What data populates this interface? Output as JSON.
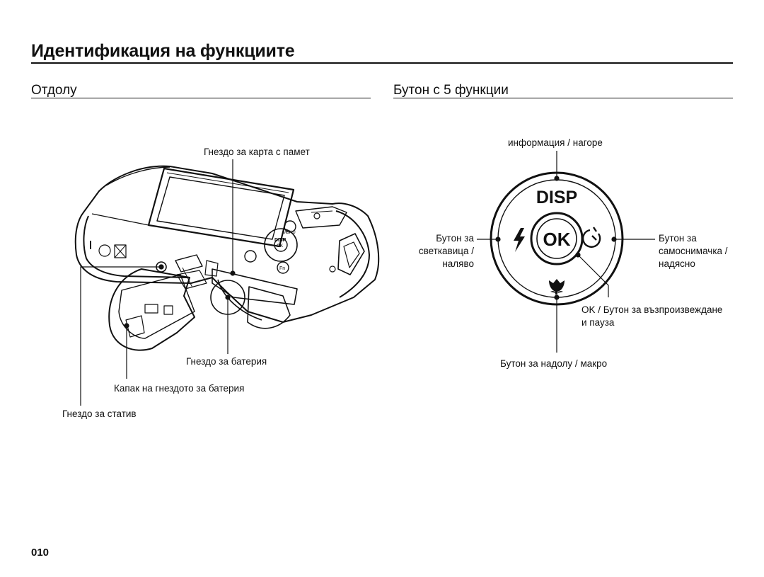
{
  "page": {
    "title": "Идентификация на функциите",
    "page_number": "010"
  },
  "bottom_section": {
    "heading": "Отдолу",
    "labels": {
      "memory_card_slot": "Гнездо за карта с памет",
      "battery_slot": "Гнездо за батерия",
      "battery_cover": "Капак на гнездото за батерия",
      "tripod_socket": "Гнездо за статив"
    },
    "camera_markings": {
      "disp": "DISP",
      "ok": "OK",
      "menu": "MENU",
      "fn": "Fn"
    }
  },
  "five_button_section": {
    "heading": "Бутон с 5 функции",
    "dial": {
      "top_text": "DISP",
      "center_text": "OK"
    },
    "labels": {
      "top": "информация / нагоре",
      "left_line1": "Бутон за",
      "left_line2": "светкавица /",
      "left_line3": "наляво",
      "right_line1": "Бутон за",
      "right_line2": "самоснимачка /",
      "right_line3": "надясно",
      "ok_line1": "OK / Бутон за възпроизвеждане",
      "ok_line2": "и пауза",
      "bottom": "Бутон за надолу / макро"
    }
  }
}
